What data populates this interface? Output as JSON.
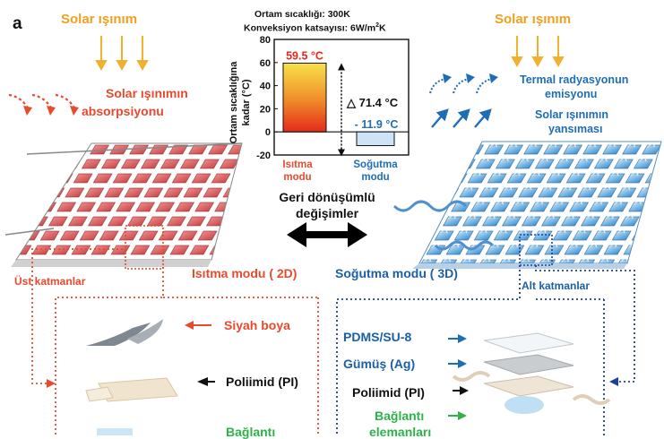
{
  "panel_label": "a",
  "ambient": {
    "temp_label": "Ortam sıcaklığı: 300K",
    "conv_label_prefix": "Konveksiyon katsayısı: 6W/m",
    "conv_label_sup": "2",
    "conv_label_suffix": "K"
  },
  "left": {
    "solar_title": "Solar ışınım",
    "absorption_line1": "Solar ışınımın",
    "absorption_line2": "absorpsiyonu",
    "top_layers": "Üst katmanlar",
    "heating_mode": "Isıtma modu ( 2D)",
    "layers": [
      {
        "label": "Siyah boya",
        "color": "#e84a2e"
      },
      {
        "label": "Poliimid (PI)",
        "color": "#111111"
      },
      {
        "label": "Bağlantı",
        "color": "#2db34a"
      }
    ]
  },
  "right": {
    "solar_title": "Solar ışınım",
    "thermal_line1": "Termal radyasyonun",
    "thermal_line2": "emisyonu",
    "reflection_line1": "Solar ışınımın",
    "reflection_line2": "yansıması",
    "bottom_layers": "Alt katmanlar",
    "cooling_mode": "Soğutma modu ( 3D)",
    "layers": [
      {
        "label": "PDMS/SU-8",
        "color": "#1a5fa8"
      },
      {
        "label": "Gümüş (Ag)",
        "color": "#1a5fa8"
      },
      {
        "label": "Poliimid (PI)",
        "color": "#111111"
      },
      {
        "label": "Bağlantı",
        "color": "#2db34a"
      },
      {
        "label": "elemanları",
        "color": "#2db34a"
      }
    ]
  },
  "center": {
    "reversible_line1": "Geri dönüşümlü",
    "reversible_line2": "değişimler"
  },
  "chart_data": {
    "type": "bar",
    "ylabel": "Ortam sıcaklığına kadar (°C)",
    "ylabel_line1": "Ortam sıcaklığına",
    "ylabel_line2": "kadar (°C)",
    "ylim": [
      -20,
      80
    ],
    "yticks": [
      "80",
      "60",
      "40",
      "20",
      "0",
      "-20"
    ],
    "categories": [
      {
        "line1": "Isıtma",
        "line2": "modu"
      },
      {
        "line1": "Soğutma",
        "line2": "modu"
      }
    ],
    "values": [
      59.5,
      -11.9
    ],
    "value_labels": [
      "59.5 °C",
      "- 11.9 °C"
    ],
    "delta_label": "△ 71.4 °C",
    "colors": {
      "heating_top": "#f5e04a",
      "heating_bottom": "#e8291c",
      "cooling": "#cde4f6"
    }
  }
}
